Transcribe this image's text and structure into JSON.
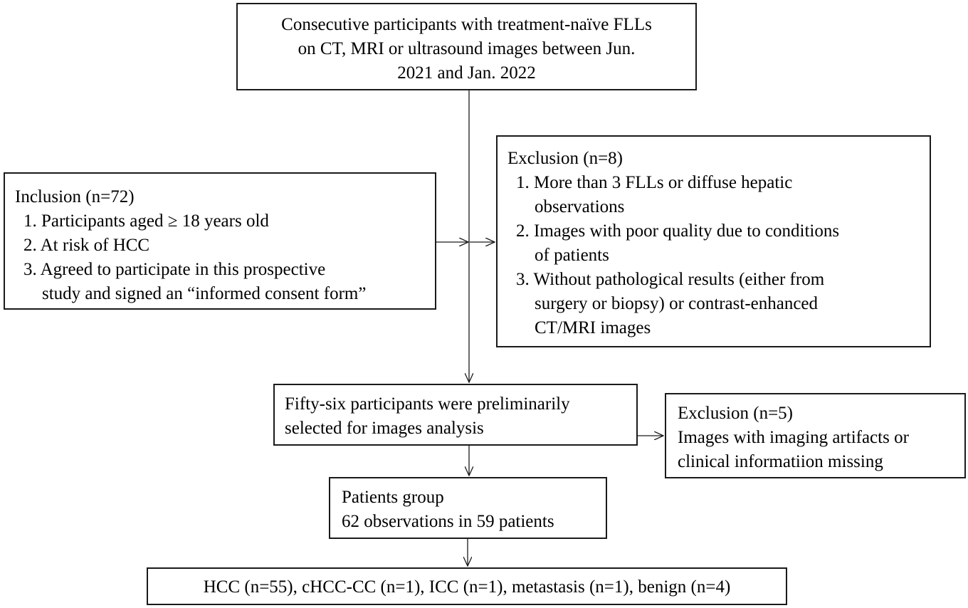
{
  "boxes": {
    "top": {
      "lines": [
        "Consecutive participants with treatment-naïve FLLs",
        "on CT, MRI or ultrasound images between Jun.",
        "2021 and Jan. 2022"
      ]
    },
    "inclusion": {
      "title": "Inclusion (n=72)",
      "items": [
        [
          "1. Participants aged ≥ 18 years old"
        ],
        [
          "2. At risk of HCC"
        ],
        [
          "3. Agreed to participate in this prospective",
          "study and signed an “informed  consent form”"
        ]
      ]
    },
    "exclusion1": {
      "title": "Exclusion (n=8)",
      "items": [
        [
          "1. More than 3 FLLs or diffuse hepatic",
          "observations"
        ],
        [
          "2. Images with poor quality due to conditions",
          "of patients"
        ],
        [
          "3. Without pathological results (either from",
          "surgery or biopsy) or contrast-enhanced",
          "CT/MRI images"
        ]
      ]
    },
    "selected": {
      "lines": [
        "Fifty-six participants were preliminarily",
        "selected for images analysis"
      ]
    },
    "exclusion2": {
      "title": "Exclusion (n=5)",
      "lines": [
        "Images with imaging artifacts or",
        "clinical informatiion missing"
      ]
    },
    "patients_group": {
      "lines": [
        "Patients group",
        "62 observations in 59 patients"
      ]
    },
    "results": {
      "text": "HCC (n=55), cHCC-CC (n=1), ICC (n=1), metastasis (n=1), benign (n=4)"
    }
  },
  "colors": {
    "line": "#1a1a1a",
    "background": "#ffffff",
    "text": "#000000"
  }
}
